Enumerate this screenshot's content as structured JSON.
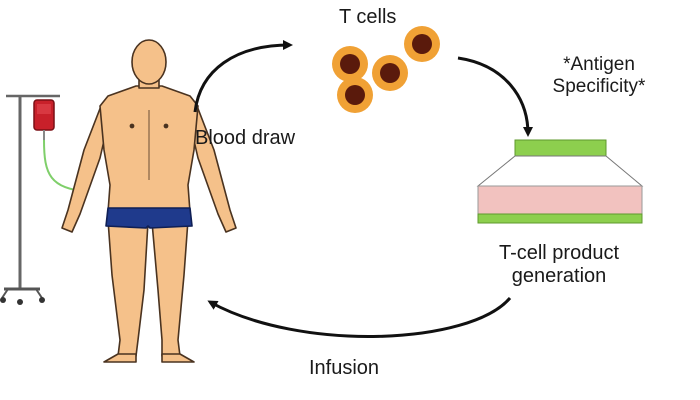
{
  "labels": {
    "t_cells": "T cells",
    "antigen_line1": "*Antigen",
    "antigen_line2": "Specificity*",
    "blood_draw": "Blood draw",
    "product_line1": "T-cell product",
    "product_line2": "generation",
    "infusion": "Infusion"
  },
  "colors": {
    "skin": "#f5c18a",
    "skin_outline": "#4a3320",
    "shorts": "#1f3a8c",
    "cell_outer": "#f0a135",
    "cell_nucleus": "#5a1a0c",
    "product_green": "#8dcf4e",
    "product_pink": "#f2c2bf",
    "iv_bag": "#c8202a",
    "iv_tube": "#7fcf6a",
    "arrow": "#111111"
  }
}
